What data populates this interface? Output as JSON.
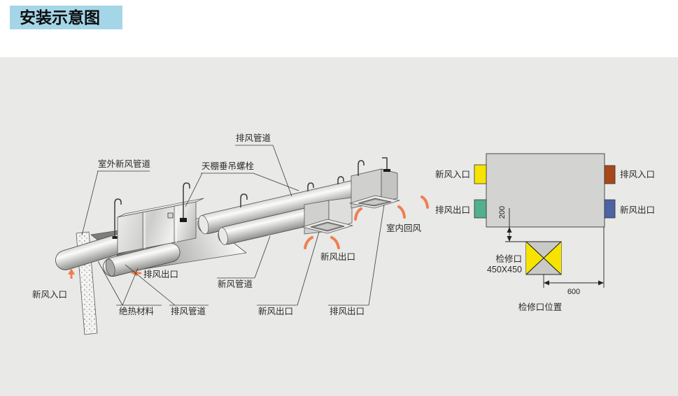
{
  "title": {
    "text": "安装示意图",
    "bg": "#a5d6e8"
  },
  "colors": {
    "panel_bg": "#e9e9e7",
    "arrow_orange": "#ef7f53",
    "line": "#3a3a3a"
  },
  "iso": {
    "labels": {
      "outdoor_fresh_duct": "室外新风管道",
      "ceiling_hanging_bolt": "天棚垂吊螺栓",
      "exhaust_duct_top": "排风管道",
      "indoor_return_air": "室内回风",
      "fresh_air_outlet_mid": "新风出口",
      "fresh_air_duct": "新风管道",
      "exhaust_outlet_side": "排风出口",
      "fresh_air_inlet": "新风入口",
      "insulation_material": "绝热材料",
      "exhaust_duct_bottom": "排风管道",
      "fresh_air_outlet_bottom": "新风出口",
      "exhaust_outlet_bottom": "排风出口"
    }
  },
  "plan": {
    "labels": {
      "fresh_air_inlet": "新风入口",
      "exhaust_air_outlet": "排风出口",
      "exhaust_air_inlet": "排风入口",
      "fresh_air_outlet": "新风出口",
      "access_port": "检修口",
      "access_port_size": "450X450",
      "caption": "检修口位置"
    },
    "dims": {
      "unit_to_access": "200",
      "access_to_edge": "600"
    },
    "port_colors": {
      "fresh_inlet": "#f6e400",
      "exhaust_outlet": "#52b08c",
      "exhaust_inlet": "#a8481a",
      "fresh_outlet": "#4d63a3"
    }
  }
}
